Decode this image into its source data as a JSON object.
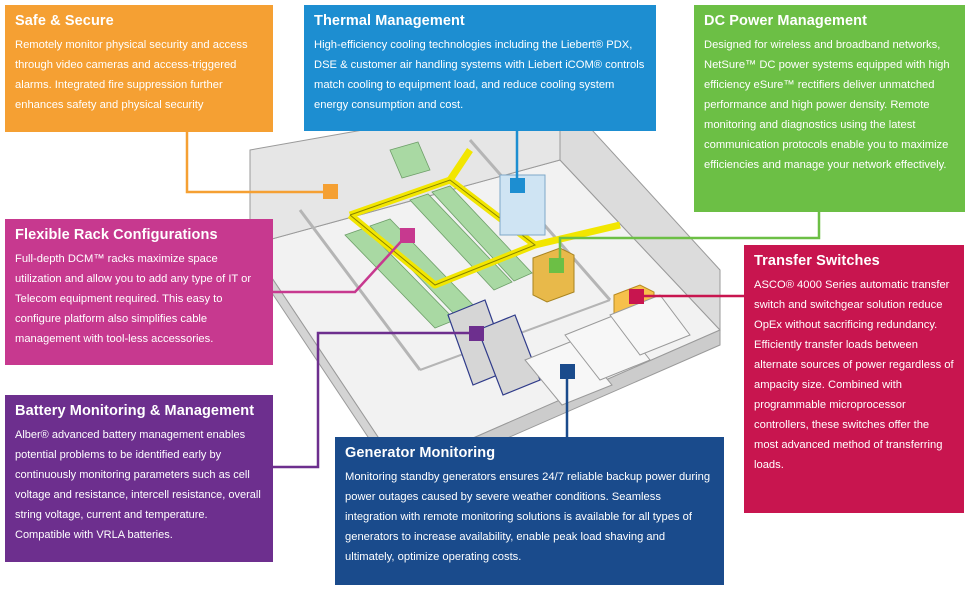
{
  "colors": {
    "safe": "#f5a033",
    "thermal": "#1d8ed1",
    "dc_power": "#6cbf45",
    "rack": "#c7398f",
    "transfer": "#c8154f",
    "battery": "#6d2f8e",
    "generator": "#1a4b8c",
    "ducting": "#f2e600"
  },
  "callouts": {
    "safe": {
      "title": "Safe & Secure",
      "body": "Remotely monitor physical security and access through video cameras and access-triggered alarms. Integrated fire suppression further enhances safety and physical security"
    },
    "thermal": {
      "title": "Thermal Management",
      "body": "High-efficiency cooling technologies including the Liebert® PDX, DSE & customer air handling systems with Liebert iCOM® controls match cooling to equipment load, and reduce cooling system energy consumption and cost."
    },
    "dc_power": {
      "title": "DC Power Management",
      "body": "Designed for wireless and broadband networks, NetSure™ DC power systems equipped with high efficiency eSure™ rectifiers deliver unmatched performance and high power density. Remote monitoring and diagnostics using the latest communication protocols enable you to maximize efficiencies and manage your network effectively."
    },
    "rack": {
      "title": "Flexible Rack Configurations",
      "body": "Full-depth DCM™ racks maximize space utilization and allow you to add any type of IT or Telecom equipment required. This easy to configure platform also simplifies cable management with tool-less accessories."
    },
    "transfer": {
      "title": "Transfer Switches",
      "body": "ASCO® 4000 Series automatic transfer switch and switchgear solution reduce OpEx without sacrificing redundancy. Efficiently transfer loads between alternate sources of power regardless of ampacity size. Combined with programmable microprocessor controllers, these switches offer the most advanced method of transferring loads."
    },
    "battery": {
      "title": "Battery Monitoring & Management",
      "body": "Alber® advanced battery management enables potential problems to be identified early by continuously monitoring parameters such as cell voltage and resistance, intercell resistance, overall string voltage, current and temperature. Compatible with VRLA batteries."
    },
    "generator": {
      "title": "Generator Monitoring",
      "body": "Monitoring standby generators ensures 24/7 reliable backup power during power outages caused by severe weather conditions. Seamless integration with remote monitoring solutions is available for all types of generators to increase availability, enable peak load shaving and ultimately, optimize operating costs."
    }
  }
}
